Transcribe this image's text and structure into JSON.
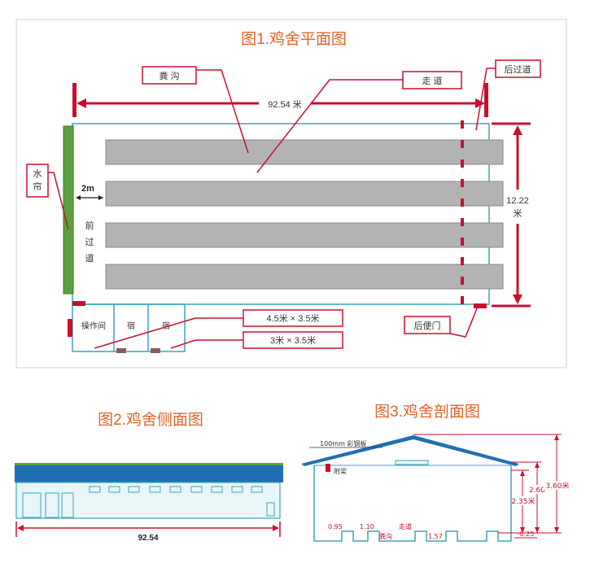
{
  "plan": {
    "title": "图1.鸡舍平面图",
    "labels": {
      "manure_trench": "粪 沟",
      "aisle": "走 道",
      "rear_passage": "后过道",
      "water_curtain_1": "水",
      "water_curtain_2": "帘",
      "width_2m": "2m",
      "front_passage_1": "前",
      "front_passage_2": "过",
      "front_passage_3": "道",
      "length_dim": "92.54 米",
      "width_dim_1": "12.22",
      "width_dim_2": "米",
      "operation_room": "操作间",
      "room_2": "宿",
      "room_3": "宿",
      "size_large": "4.5米 × 3.5米",
      "size_small": "3米 × 3.5米",
      "rear_door": "后便门"
    }
  },
  "side": {
    "title": "图2.鸡舍侧面图",
    "length": "92.54"
  },
  "section": {
    "title": "图3.鸡舍剖面图",
    "roof_label": "100mm 彩钢板",
    "beam_label": "附梁",
    "trench_label": "粪沟",
    "aisle_label": "走道",
    "d1": "0.95",
    "d2": "1.10",
    "d3": "1.57",
    "h1": "2.35米",
    "h2": "2.60",
    "h3": "3.60米",
    "depth": "-0.25"
  },
  "colors": {
    "accent_red": "#c8102e",
    "title_orange": "#e0632a",
    "cage_gray": "#b3b3b3",
    "curtain_green": "#5aa03c",
    "roof_blue": "#1f6fb5",
    "wall_teal": "#3aa6b8"
  }
}
